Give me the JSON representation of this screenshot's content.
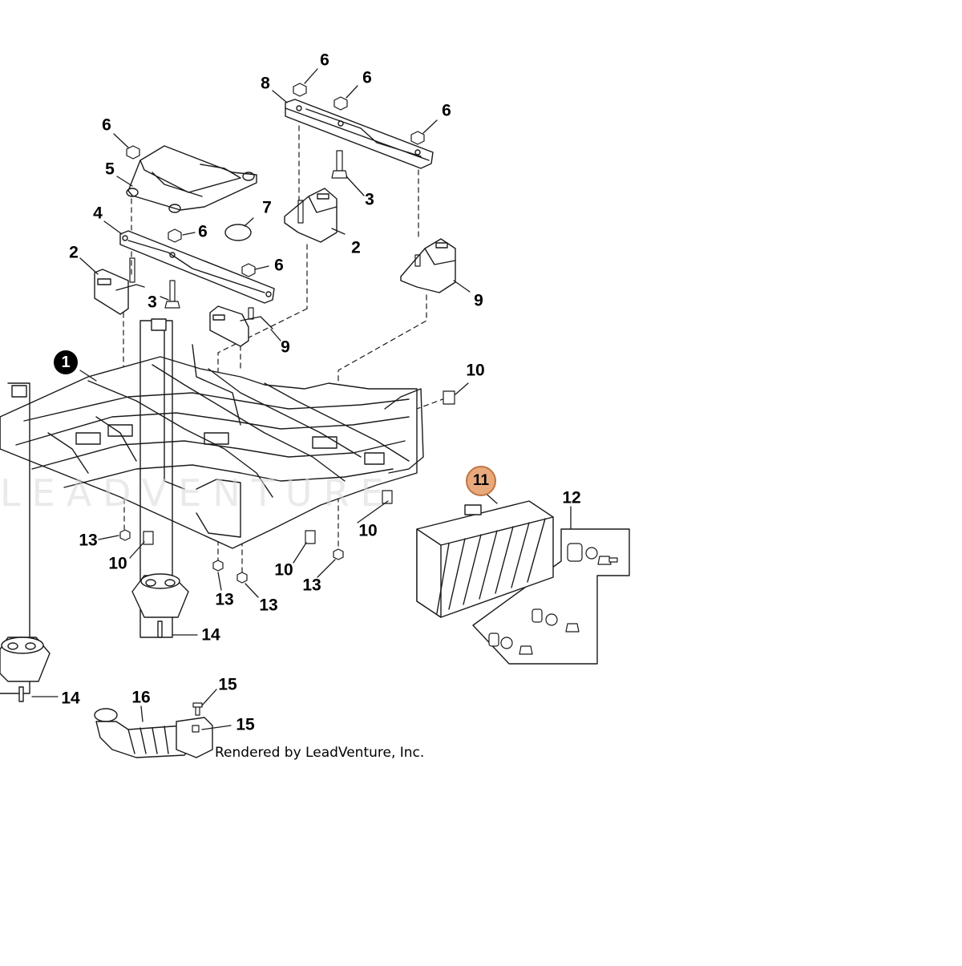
{
  "credit": "Rendered by LeadVenture, Inc.",
  "watermark": "LEADVENTURE",
  "highlight_color": "#e8a97c",
  "callouts": [
    {
      "id": "c1",
      "text": "1",
      "style": "black"
    },
    {
      "id": "c2a",
      "text": "2"
    },
    {
      "id": "c2b",
      "text": "2"
    },
    {
      "id": "c3a",
      "text": "3"
    },
    {
      "id": "c3b",
      "text": "3"
    },
    {
      "id": "c4",
      "text": "4"
    },
    {
      "id": "c5",
      "text": "5"
    },
    {
      "id": "c6a",
      "text": "6"
    },
    {
      "id": "c6b",
      "text": "6"
    },
    {
      "id": "c6c",
      "text": "6"
    },
    {
      "id": "c6d",
      "text": "6"
    },
    {
      "id": "c6e",
      "text": "6"
    },
    {
      "id": "c6f",
      "text": "6"
    },
    {
      "id": "c7",
      "text": "7"
    },
    {
      "id": "c8",
      "text": "8"
    },
    {
      "id": "c9a",
      "text": "9"
    },
    {
      "id": "c9b",
      "text": "9"
    },
    {
      "id": "c10a",
      "text": "10"
    },
    {
      "id": "c10b",
      "text": "10"
    },
    {
      "id": "c10c",
      "text": "10"
    },
    {
      "id": "c10d",
      "text": "10"
    },
    {
      "id": "c11",
      "text": "11",
      "style": "highlight"
    },
    {
      "id": "c12",
      "text": "12"
    },
    {
      "id": "c13a",
      "text": "13"
    },
    {
      "id": "c13b",
      "text": "13"
    },
    {
      "id": "c13c",
      "text": "13"
    },
    {
      "id": "c13d",
      "text": "13"
    },
    {
      "id": "c14a",
      "text": "14"
    },
    {
      "id": "c14b",
      "text": "14"
    },
    {
      "id": "c15a",
      "text": "15"
    },
    {
      "id": "c15b",
      "text": "15"
    },
    {
      "id": "c16",
      "text": "16"
    }
  ]
}
